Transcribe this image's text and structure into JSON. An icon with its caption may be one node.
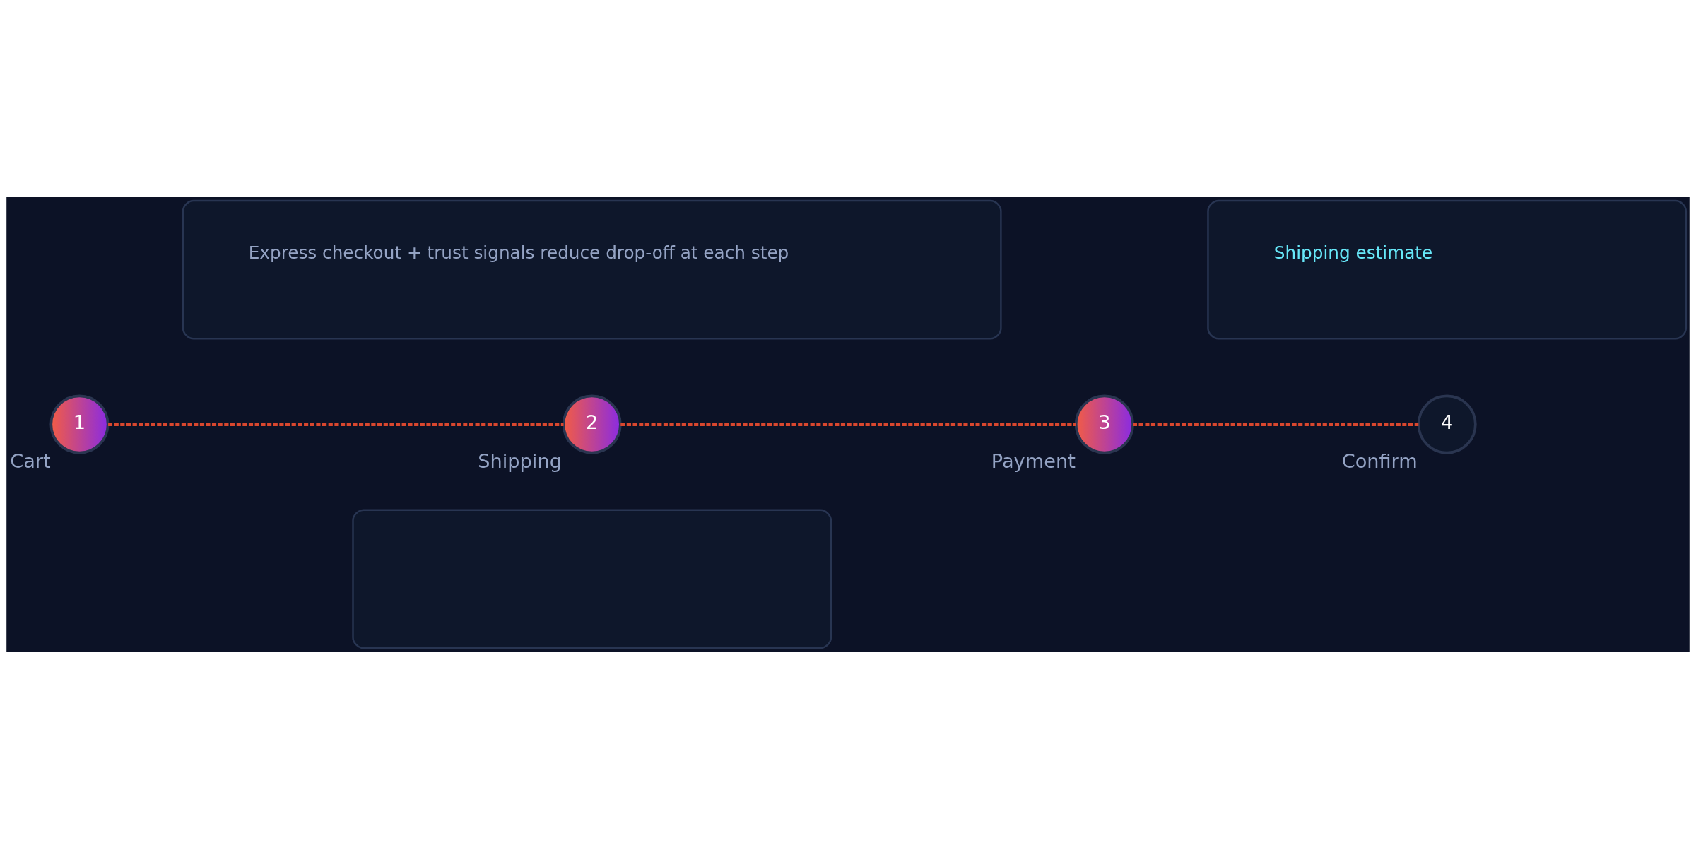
{
  "diagram": {
    "nodes": [
      {
        "text": [
          "Express checkout + trust signals reduce drop-off at each step"
        ]
      },
      {
        "text": [
          "1"
        ],
        "beside": [
          "Cart"
        ]
      },
      {
        "text": [
          "2"
        ],
        "beside": [
          "Shipping"
        ]
      },
      {
        "text": [
          "3"
        ],
        "beside": [
          "Payment"
        ]
      },
      {
        "text": [
          "4"
        ],
        "beside": [
          "Confirm"
        ]
      },
      {
        "text": [],
        "shape": "box"
      },
      {
        "text": [
          "Shipping estimate"
        ]
      }
    ],
    "edges": [
      {
        "from": 1,
        "to": 2,
        "arrow": "none",
        "style": "dashed"
      },
      {
        "from": 2,
        "to": 3,
        "arrow": "none",
        "style": "dashed"
      },
      {
        "from": 3,
        "to": 4,
        "arrow": "none",
        "style": "dashed"
      }
    ]
  }
}
